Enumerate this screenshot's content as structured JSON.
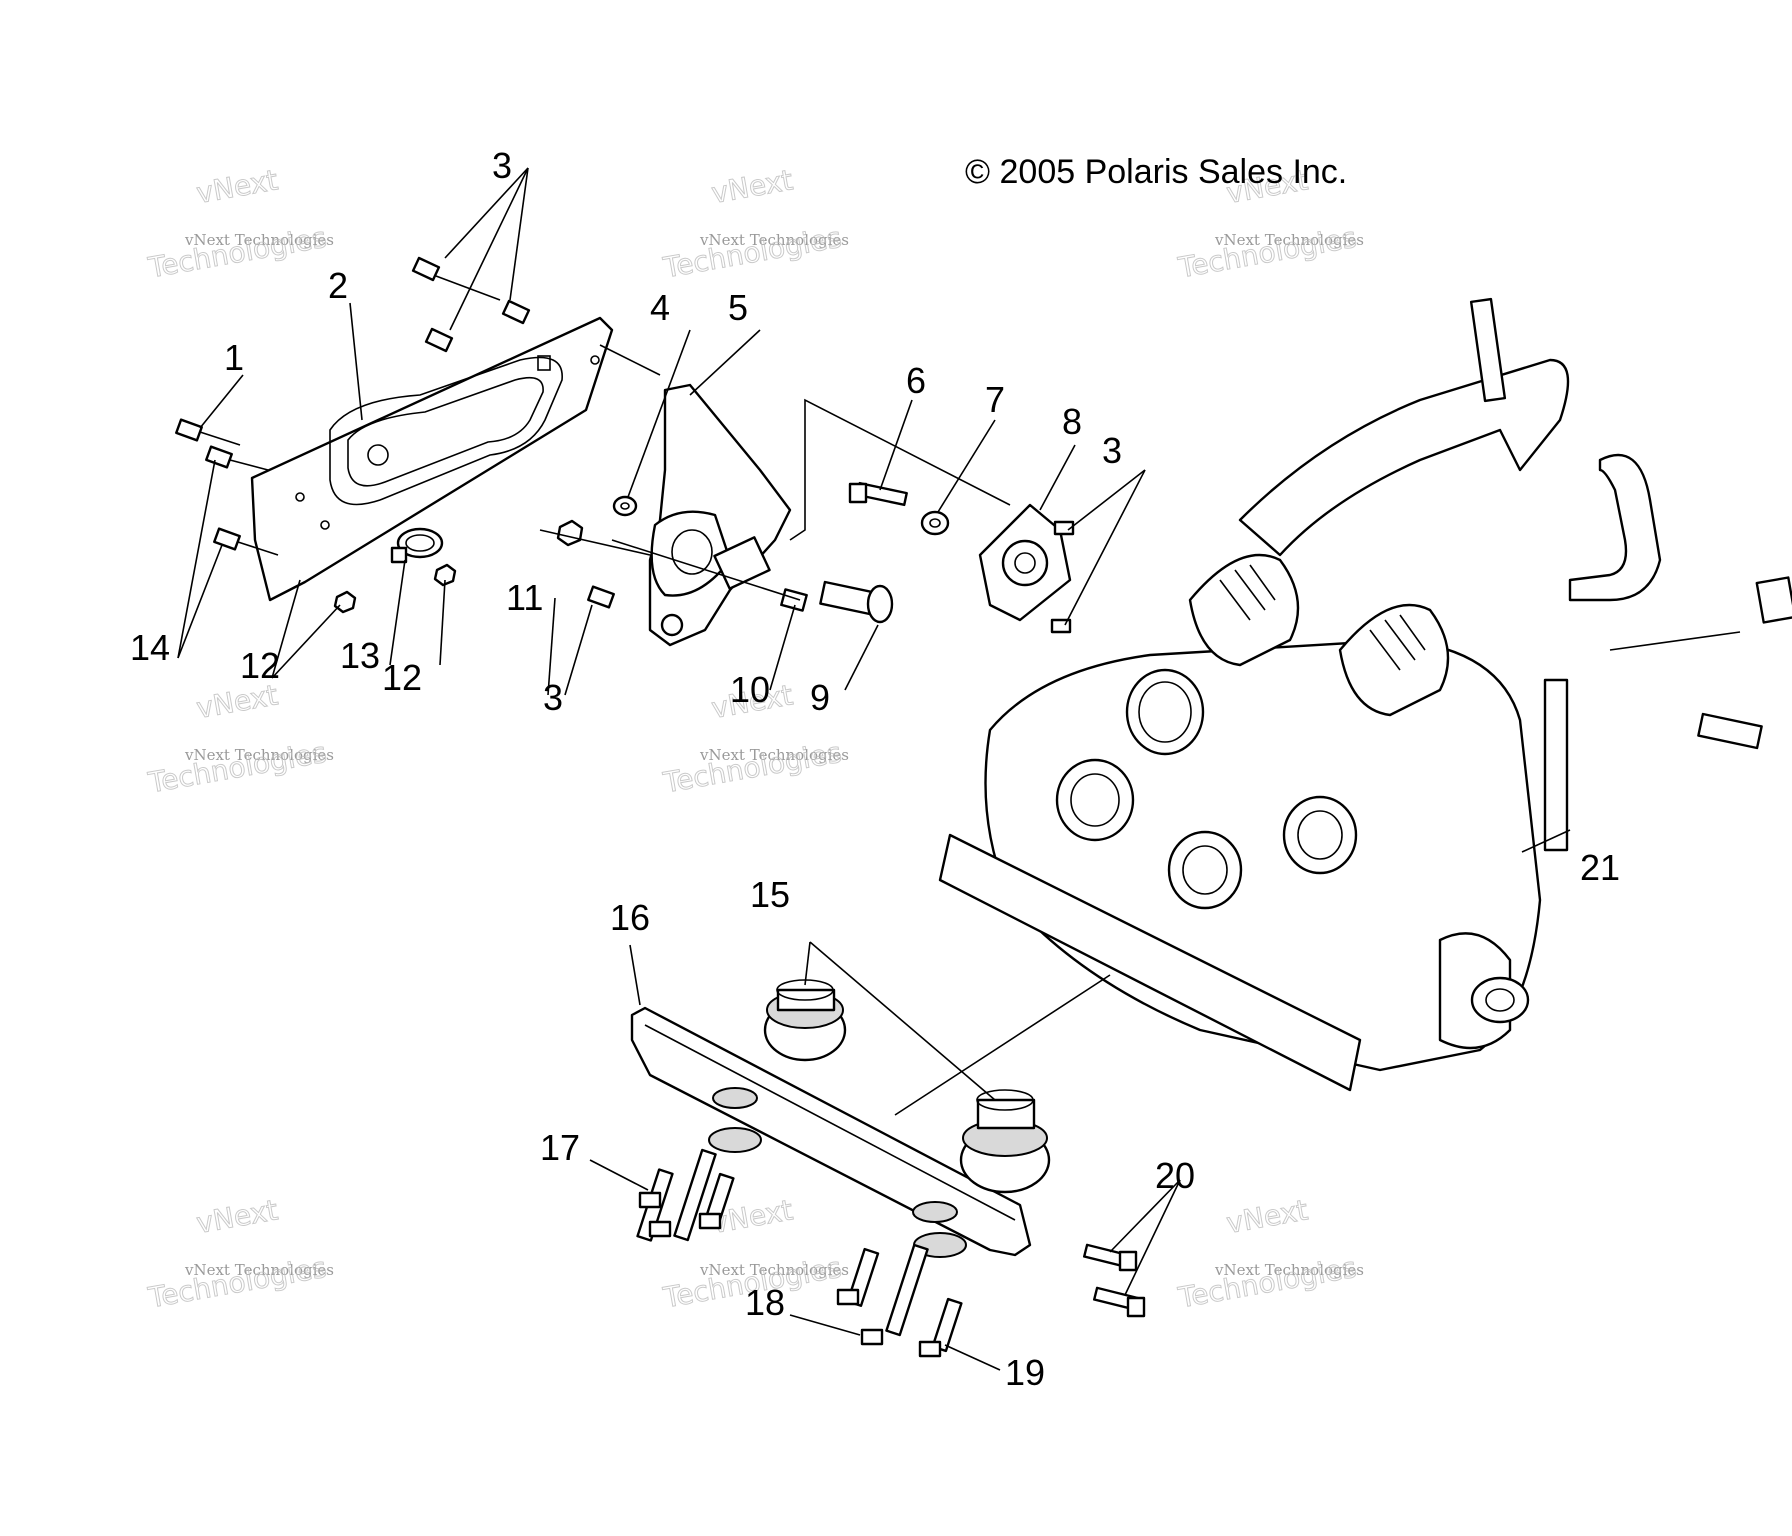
{
  "copyright": "© 2005 Polaris Sales Inc.",
  "watermark": {
    "line1": "vNext",
    "line2": "vNext Technologies",
    "line3": "Technologies"
  },
  "callouts": [
    "1",
    "2",
    "3",
    "3",
    "3",
    "3",
    "4",
    "5",
    "6",
    "7",
    "8",
    "9",
    "10",
    "11",
    "12",
    "12",
    "13",
    "14",
    "15",
    "16",
    "17",
    "18",
    "19",
    "20",
    "21"
  ],
  "colors": {
    "line": "#000000",
    "background": "#ffffff",
    "watermark": "#9a9a9a"
  }
}
